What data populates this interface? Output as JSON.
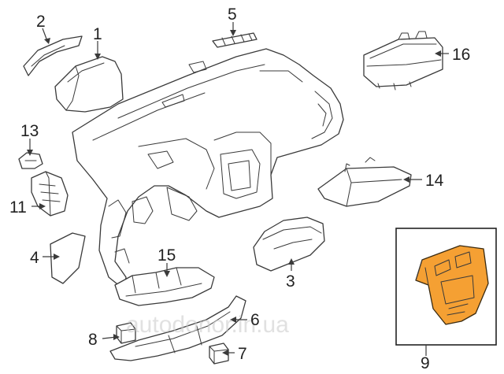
{
  "callouts": {
    "c1": "1",
    "c2": "2",
    "c3": "3",
    "c4": "4",
    "c5": "5",
    "c6": "6",
    "c7": "7",
    "c8": "8",
    "c9": "9",
    "c11": "11",
    "c13": "13",
    "c14": "14",
    "c15": "15",
    "c16": "16"
  },
  "watermark": "autodonor.in.ua",
  "colors": {
    "line": "#3a3a3a",
    "highlight": "#f5a033",
    "background": "#ffffff"
  }
}
